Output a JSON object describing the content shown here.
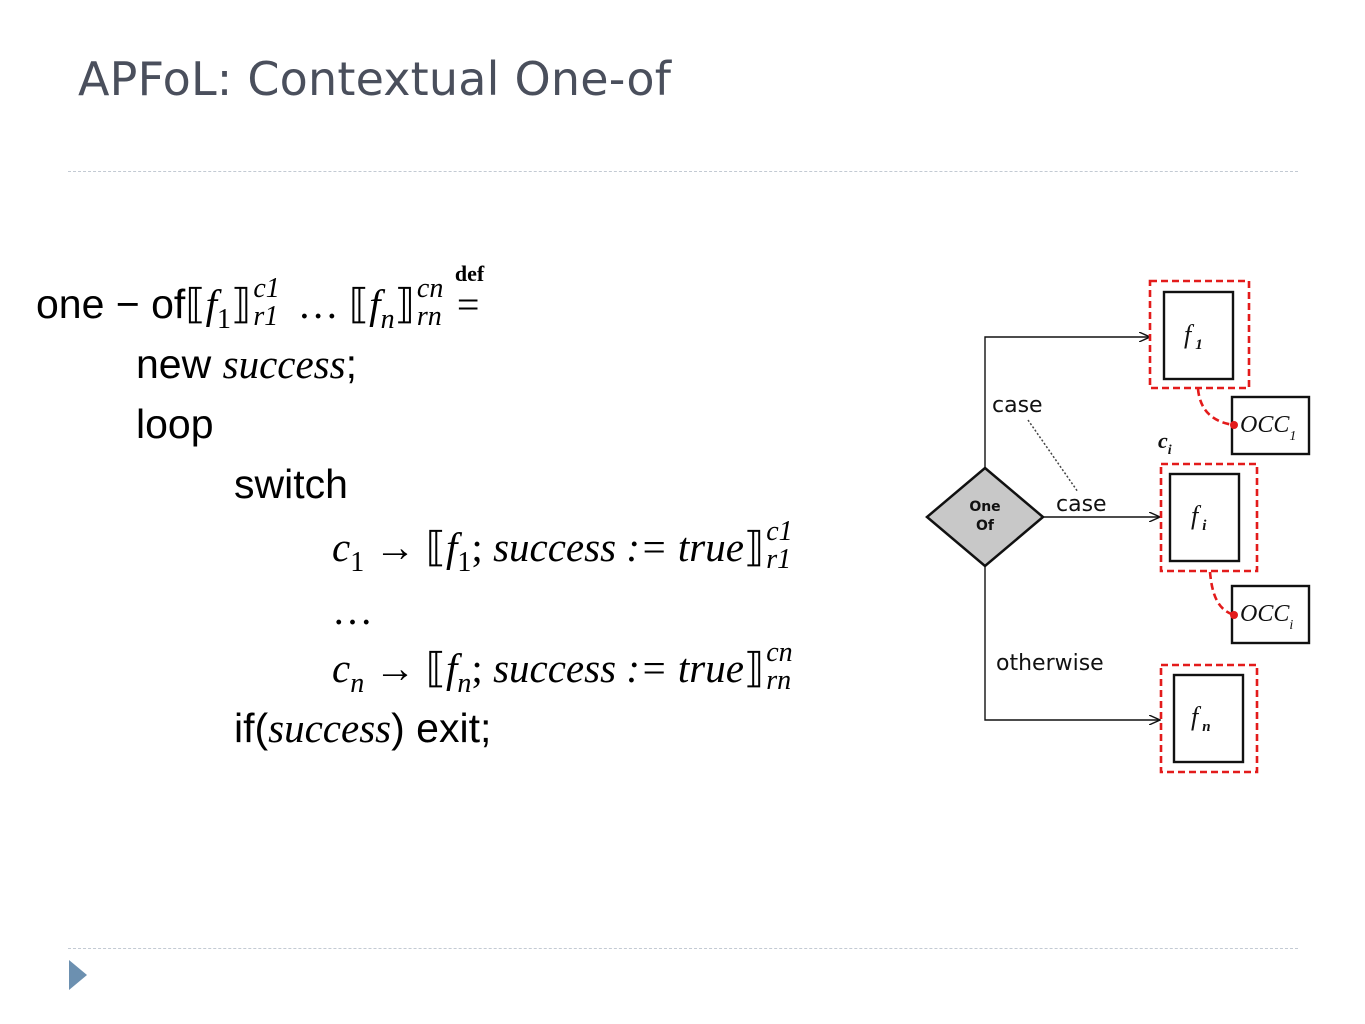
{
  "slide": {
    "title": "APFoL: Contextual One-of"
  },
  "formula": {
    "line1": {
      "one_of": "one − of",
      "lb": "⟦",
      "f": "f",
      "one": "1",
      "rb": "⟧",
      "sup1": "c1",
      "sub1": "r1",
      "ellipsis": " … ",
      "n": "n",
      "supn": "cn",
      "subn": "rn",
      "def": "def",
      "eq": "="
    },
    "line2": {
      "kw": "new ",
      "var": "success",
      "semi": ";"
    },
    "line3": {
      "kw": "loop"
    },
    "line4": {
      "kw": "switch"
    },
    "line5": {
      "c": "c",
      "idx": "1",
      "arrow": " → ",
      "lb": "⟦",
      "f": "f",
      "semi": ";",
      "assign": " success := true",
      "rb": "⟧",
      "sup": "c1",
      "sub": "r1"
    },
    "line6": {
      "ellipsis": "…"
    },
    "line7": {
      "c": "c",
      "idx": "n",
      "arrow": " → ",
      "lb": "⟦",
      "f": "f",
      "semi": ";",
      "assign": " success := true",
      "rb": "⟧",
      "sup": "cn",
      "sub": "rn"
    },
    "line8": {
      "kw1": "if(",
      "var": "success",
      "kw2": ") exit;"
    }
  },
  "diagram": {
    "diamond_line1": "One",
    "diamond_line2": "Of",
    "edge_case_top": "case",
    "edge_case_mid": "case",
    "edge_otherwise": "otherwise",
    "ci_label": "c",
    "ci_sub": "i",
    "f1": {
      "f": "f",
      "sub": "1"
    },
    "fi": {
      "f": "f",
      "sub": "i"
    },
    "fn": {
      "f": "f",
      "sub": "n"
    },
    "occ1": {
      "text": "OCC",
      "sub": "1"
    },
    "occi": {
      "text": "OCC",
      "sub": "i"
    },
    "colors": {
      "dashed_box": "#e31b1b",
      "diamond_fill": "#c8c8c8",
      "connector": "#e31b1b"
    }
  }
}
